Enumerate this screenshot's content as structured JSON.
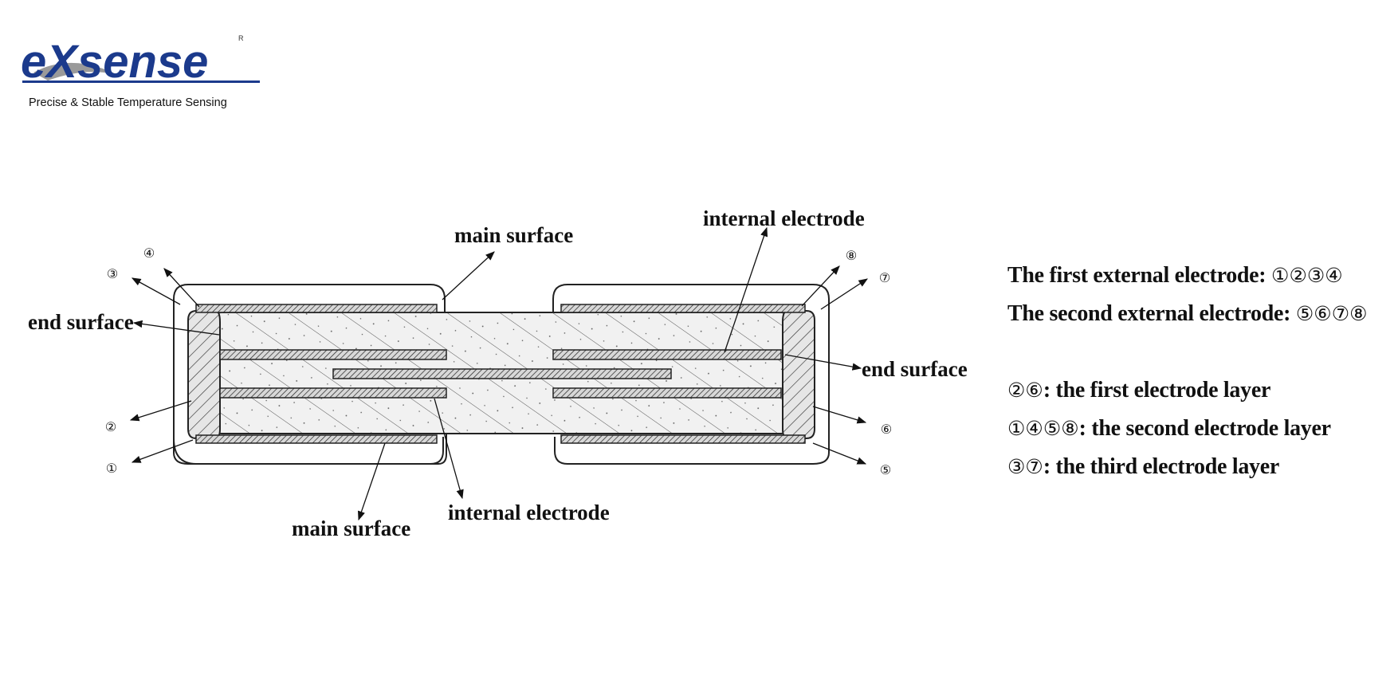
{
  "logo": {
    "brand": "eXsense",
    "registered_mark": "R",
    "tagline": "Precise & Stable Temperature Sensing",
    "brand_color": "#1b3a8c",
    "swoosh_color": "#8a8a8a"
  },
  "diagram": {
    "labels": {
      "main_surface_top": "main surface",
      "main_surface_bottom": "main surface",
      "internal_electrode_top": "internal electrode",
      "internal_electrode_bottom": "internal electrode",
      "end_surface_left": "end surface",
      "end_surface_right": "end surface"
    },
    "markers": {
      "m1": "①",
      "m2": "②",
      "m3": "③",
      "m4": "④",
      "m5": "⑤",
      "m6": "⑥",
      "m7": "⑦",
      "m8": "⑧"
    }
  },
  "legend": {
    "first_external": {
      "text": "The first external electrode: ",
      "symbols": "①②③④"
    },
    "second_external": {
      "text": "The second external electrode: ",
      "symbols": "⑤⑥⑦⑧"
    },
    "layer1": {
      "symbols": "②⑥",
      "text": ": the first electrode layer"
    },
    "layer2": {
      "symbols": "①④⑤⑧",
      "text": ": the second electrode layer"
    },
    "layer3": {
      "symbols": "③⑦",
      "text": ": the third electrode layer"
    }
  }
}
